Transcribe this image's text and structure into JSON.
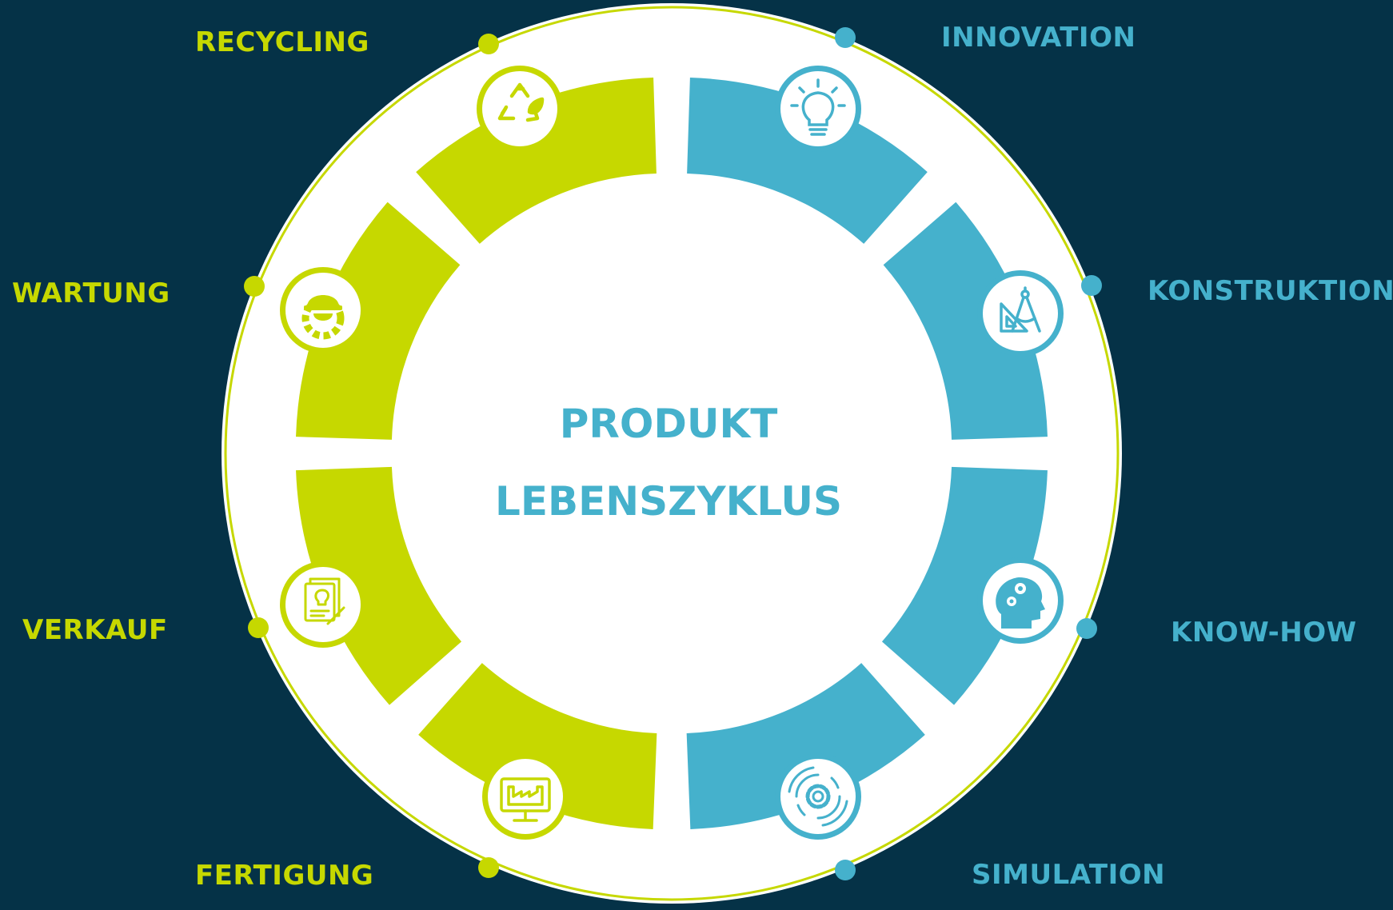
{
  "title": {
    "line1": "PRODUKT",
    "line2": "LEBENSZYKLUS"
  },
  "colors": {
    "background": "#053247",
    "green": "#c6d800",
    "blue": "#45b1cc",
    "ring": "#ffffff"
  },
  "stages": [
    {
      "label": "INNOVATION",
      "icon": "lightbulb-icon",
      "group": "blue"
    },
    {
      "label": "KONSTRUKTION",
      "icon": "compass-ruler-icon",
      "group": "blue"
    },
    {
      "label": "KNOW-HOW",
      "icon": "head-gears-icon",
      "group": "blue"
    },
    {
      "label": "SIMULATION",
      "icon": "simulation-gear-icon",
      "group": "blue"
    },
    {
      "label": "FERTIGUNG",
      "icon": "factory-monitor-icon",
      "group": "green"
    },
    {
      "label": "VERKAUF",
      "icon": "documents-idea-icon",
      "group": "green"
    },
    {
      "label": "WARTUNG",
      "icon": "worker-gear-icon",
      "group": "green"
    },
    {
      "label": "RECYCLING",
      "icon": "recycle-leaf-icon",
      "group": "green"
    }
  ]
}
